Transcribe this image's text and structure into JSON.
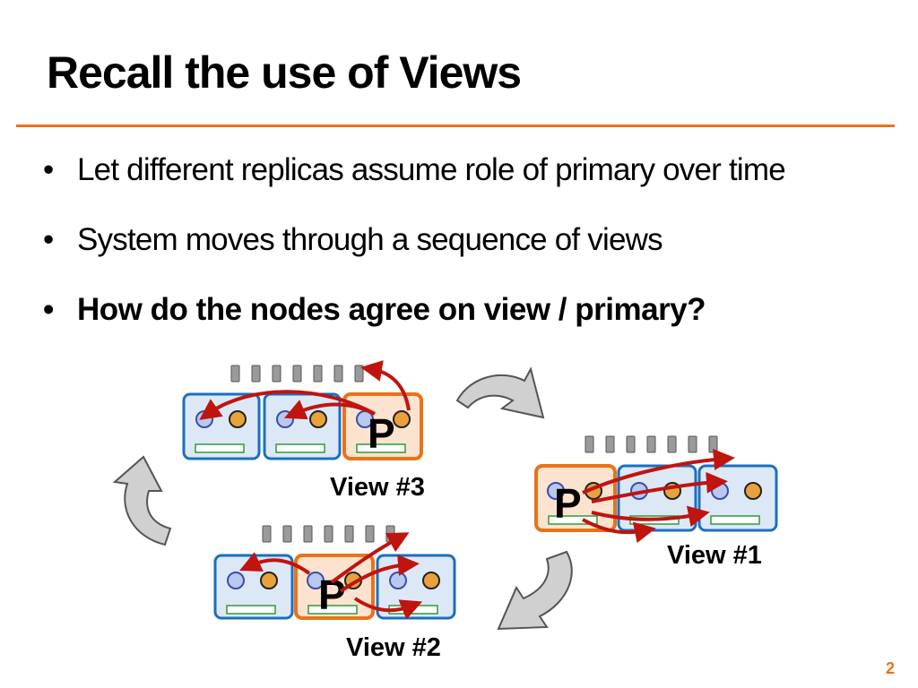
{
  "slide": {
    "title": "Recall the use of Views",
    "bullets": [
      {
        "text": "Let different replicas assume role of primary over time",
        "bold": false
      },
      {
        "text": "System moves through a sequence of views",
        "bold": false
      },
      {
        "text": "How do the nodes agree on view / primary?",
        "bold": true
      }
    ],
    "bullet_glyph": "•",
    "page_number": "2"
  },
  "diagram": {
    "primary_marker": "P",
    "views": [
      {
        "label": "View #3",
        "primary_index": 2
      },
      {
        "label": "View #1",
        "primary_index": 0
      },
      {
        "label": "View #2",
        "primary_index": 1
      }
    ]
  },
  "colors": {
    "accent": "#e8731a",
    "arrow": "#c0140f",
    "node_border": "#1a6fbf",
    "node_fill": "#dde8f6",
    "primary_border": "#e8731a",
    "primary_fill": "#fbe3cf",
    "cycle_arrow": "#c9c9c9"
  },
  "icons": [
    "server-icon",
    "replica-sync-icon",
    "state-machine-icon",
    "log-buffer-icon"
  ]
}
